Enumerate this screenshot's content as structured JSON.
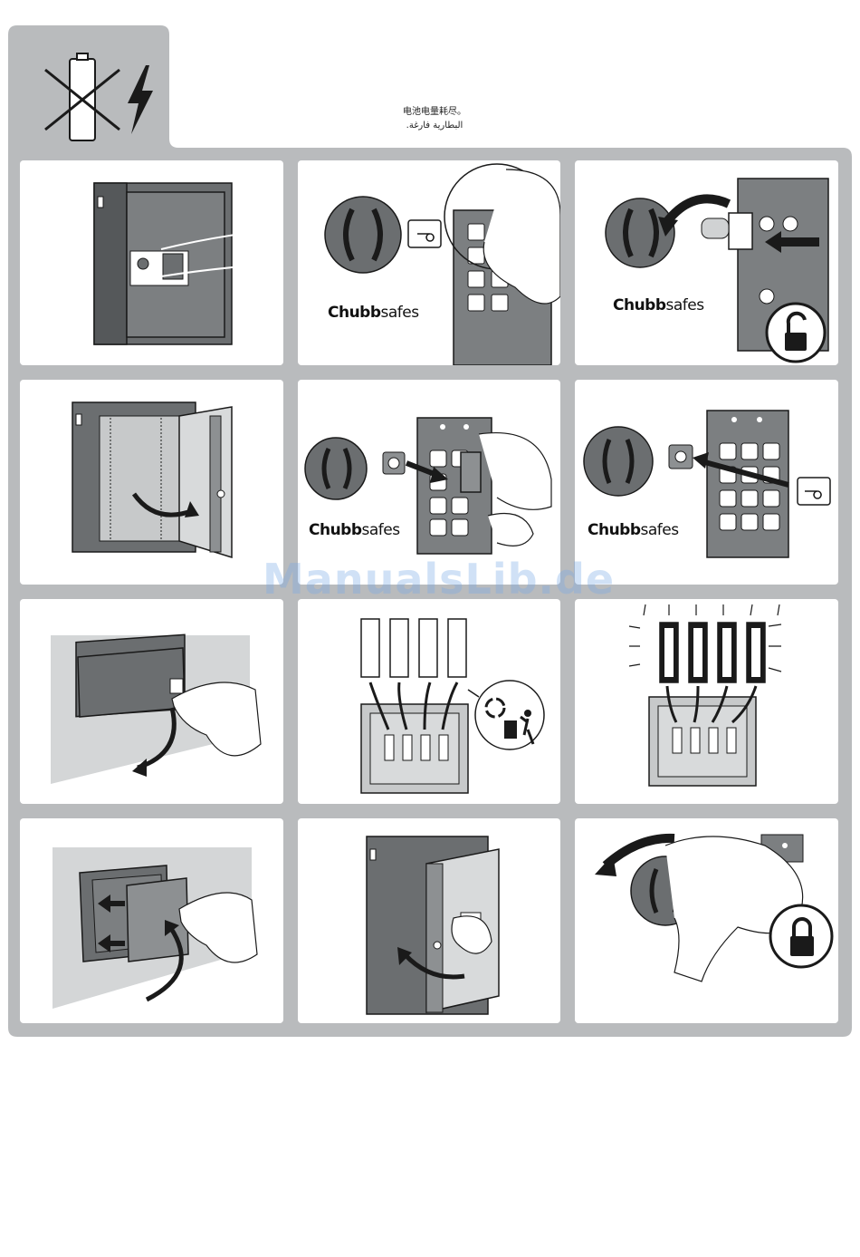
{
  "header": {
    "line_zh": "电池电量耗尽。",
    "line_ar": "البطارية فارغة."
  },
  "brand": {
    "bold": "Chubb",
    "light": "safes"
  },
  "watermark": "ManualsLib.de",
  "colors": {
    "panel_gray": "#b9bbbd",
    "safe_dark": "#6b6e70",
    "safe_mid": "#8d9092",
    "outline": "#1a1a1a"
  },
  "icons": {
    "header": [
      "battery-crossed-icon",
      "lightning-icon"
    ],
    "status": [
      "unlocked-padlock-icon",
      "locked-padlock-icon"
    ],
    "misc": [
      "recycle-icon",
      "key-icon"
    ]
  }
}
